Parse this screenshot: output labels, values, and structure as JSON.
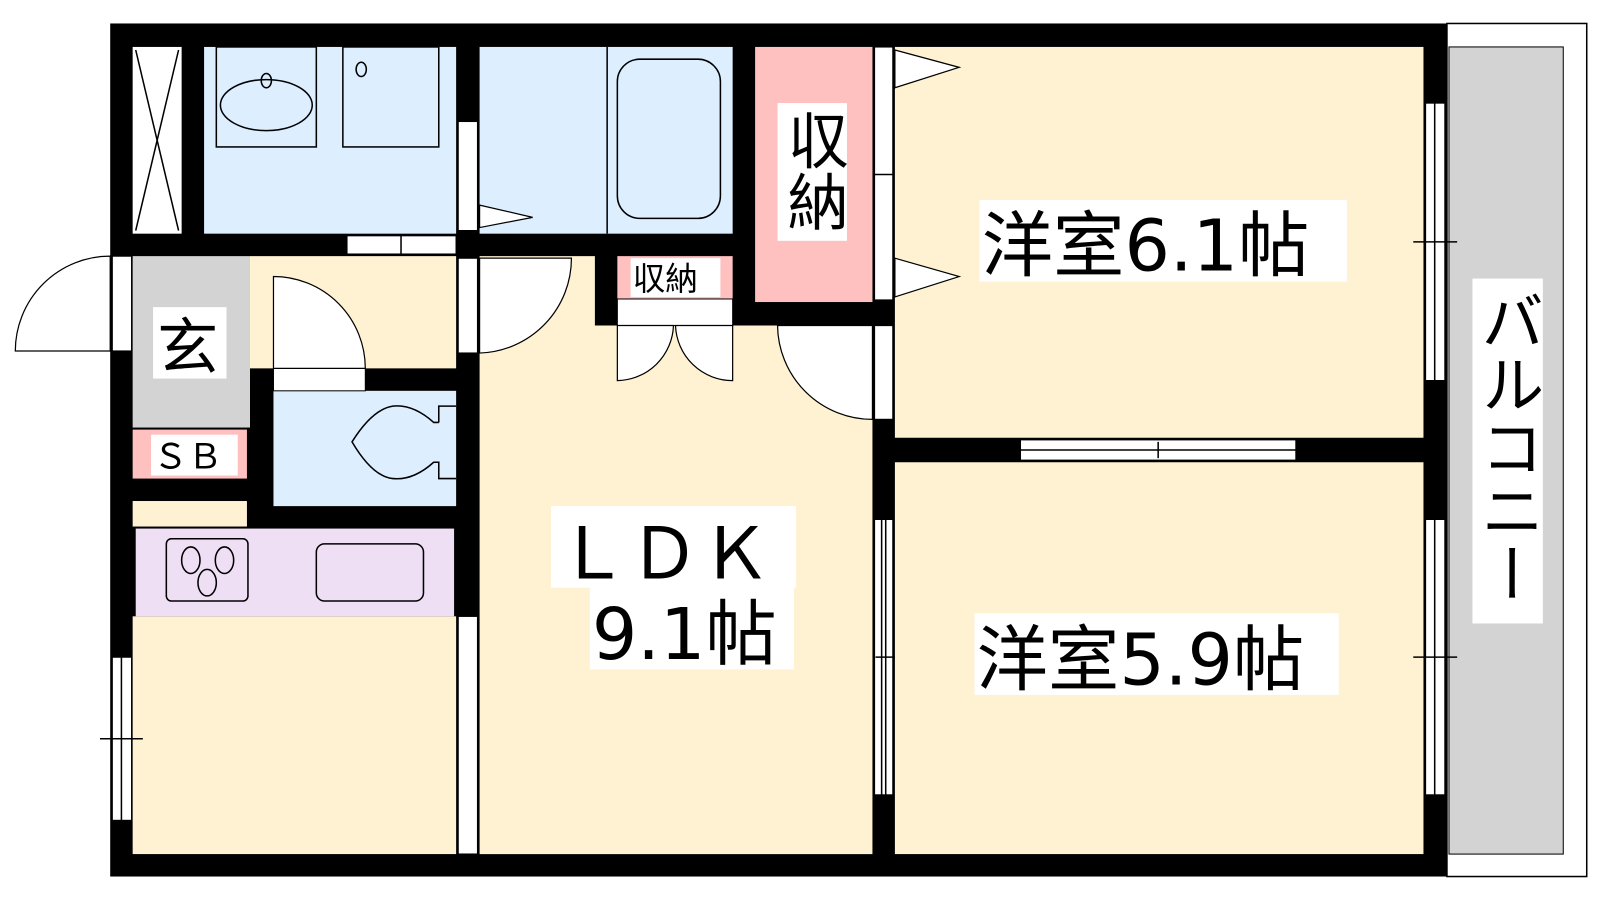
{
  "floor_plan": {
    "rooms": {
      "western_room_1": {
        "label": "洋室6.1帖"
      },
      "western_room_2": {
        "label": "洋室5.9帖"
      },
      "ldk": {
        "label": "ＬＤＫ",
        "size": "9.1帖"
      },
      "storage_large": {
        "label": "収納"
      },
      "storage_small": {
        "label": "収納"
      },
      "entrance": {
        "label": "玄"
      },
      "shoe_box": {
        "label": "ＳＢ"
      },
      "balcony": {
        "label": "バルコニー"
      }
    },
    "colors": {
      "wall": "#000000",
      "living_floor": "#FFF2D2",
      "wet_area": "#DDEEFF",
      "storage": "#FFC0C0",
      "entrance": "#D3D3D3",
      "kitchen": "#EEDFF5"
    }
  }
}
